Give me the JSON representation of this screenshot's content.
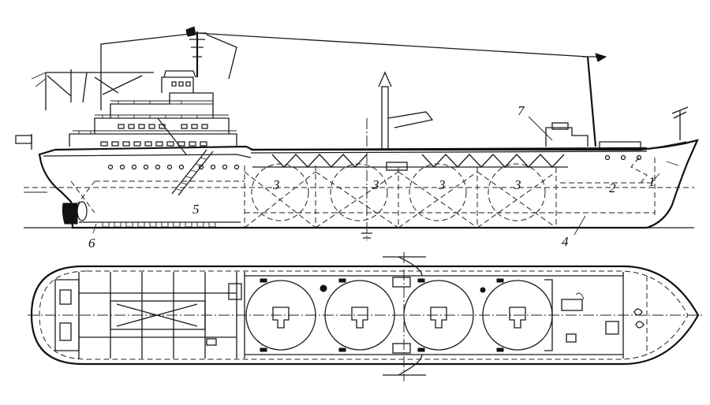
{
  "labels": {
    "l1": "1",
    "l2": "2",
    "l3a": "3",
    "l3b": "3",
    "l3c": "3",
    "l3d": "3",
    "l4": "4",
    "l5": "5",
    "l6": "6",
    "l7": "7"
  }
}
